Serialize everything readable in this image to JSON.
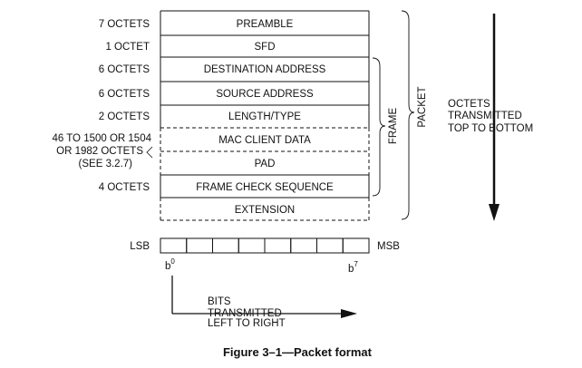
{
  "figure": {
    "caption": "Figure 3–1—Packet format"
  },
  "fields": [
    {
      "octets": "7 OCTETS",
      "name": "PREAMBLE",
      "border": "solid"
    },
    {
      "octets": "1 OCTET",
      "name": "SFD",
      "border": "solid"
    },
    {
      "octets": "6 OCTETS",
      "name": "DESTINATION ADDRESS",
      "border": "solid"
    },
    {
      "octets": "6 OCTETS",
      "name": "SOURCE ADDRESS",
      "border": "solid"
    },
    {
      "octets": "2 OCTETS",
      "name": "LENGTH/TYPE",
      "border": "solid"
    },
    {
      "octets_lines": [
        "46 TO 1500 OR 1504",
        "OR 1982 OCTETS",
        "(SEE 3.2.7)"
      ],
      "name": "MAC CLIENT DATA",
      "border": "dashed"
    },
    {
      "octets": "",
      "name": "PAD",
      "border": "dashed"
    },
    {
      "octets": "4 OCTETS",
      "name": "FRAME CHECK SEQUENCE",
      "border": "solid"
    },
    {
      "octets": "",
      "name": "EXTENSION",
      "border": "dashed"
    }
  ],
  "braces": {
    "frame": "FRAME",
    "packet": "PACKET"
  },
  "octet_order": [
    "OCTETS",
    "TRANSMITTED",
    "TOP TO BOTTOM"
  ],
  "bit_row": {
    "lsb": "LSB",
    "msb": "MSB",
    "cells": 8,
    "first_bit": {
      "base": "b",
      "sup": "0"
    },
    "last_bit": {
      "base": "b",
      "sup": "7"
    }
  },
  "bit_order": [
    "BITS",
    "TRANSMITTED",
    "LEFT TO RIGHT"
  ]
}
